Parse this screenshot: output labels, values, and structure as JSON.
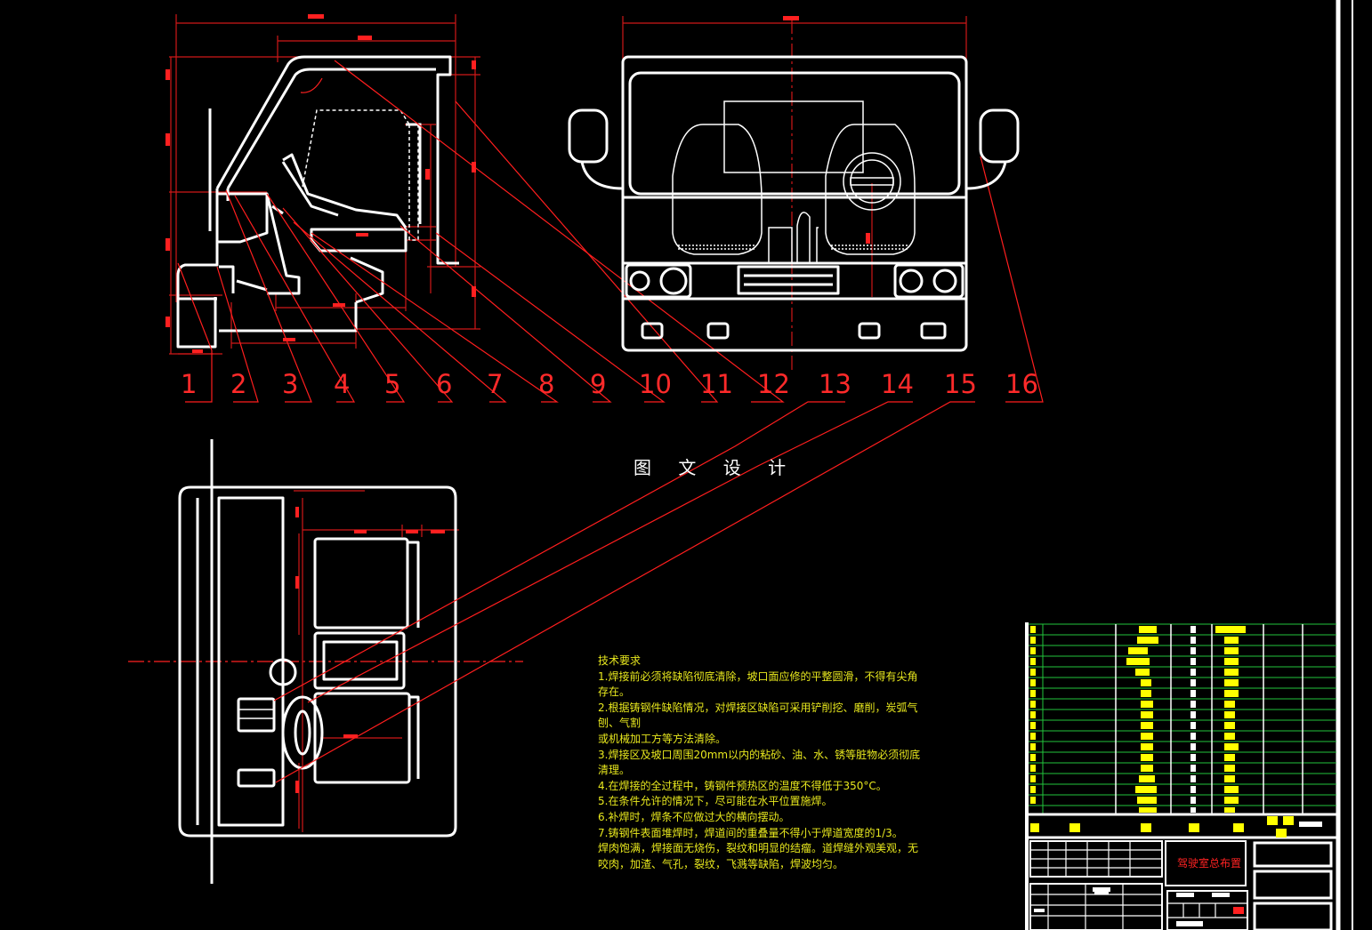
{
  "part_numbers": [
    "1",
    "2",
    "3",
    "4",
    "5",
    "6",
    "7",
    "8",
    "9",
    "10",
    "11",
    "12",
    "13",
    "14",
    "15",
    "16"
  ],
  "watermark": "图 文 设 计",
  "notes": {
    "title": "技术要求",
    "lines": [
      "1.焊接前必须将缺陷彻底清除，坡口面应修的平整圆滑，不得有尖角",
      "存在。",
      "2.根据铸钢件缺陷情况，对焊接区缺陷可采用铲削挖、磨削，炭弧气",
      "刨、气割",
      "或机械加工方等方法清除。",
      "3.焊接区及坡口周围20mm以内的粘砂、油、水、锈等脏物必须彻底",
      "清理。",
      "4.在焊接的全过程中，铸钢件预热区的温度不得低于350°C。",
      "5.在条件允许的情况下，尽可能在水平位置施焊。",
      "6.补焊时，焊条不应做过大的横向摆动。",
      "7.铸钢件表面堆焊时，焊道间的重叠量不得小于焊道宽度的1/3。",
      "焊肉饱满，焊接面无烧伤，裂纹和明显的结瘤。道焊缝外观美观，无",
      "咬肉，加渣、气孔，裂纹，飞溅等缺陷，焊波均匀。"
    ]
  },
  "title_block": {
    "drawing_name": "驾驶室总布置"
  },
  "colors": {
    "background": "#000000",
    "outline": "#ffffff",
    "dimension": "#ff2020",
    "notes": "#e8e81e",
    "table_grid": "#22c43c",
    "table_fill": "#ffff00"
  }
}
